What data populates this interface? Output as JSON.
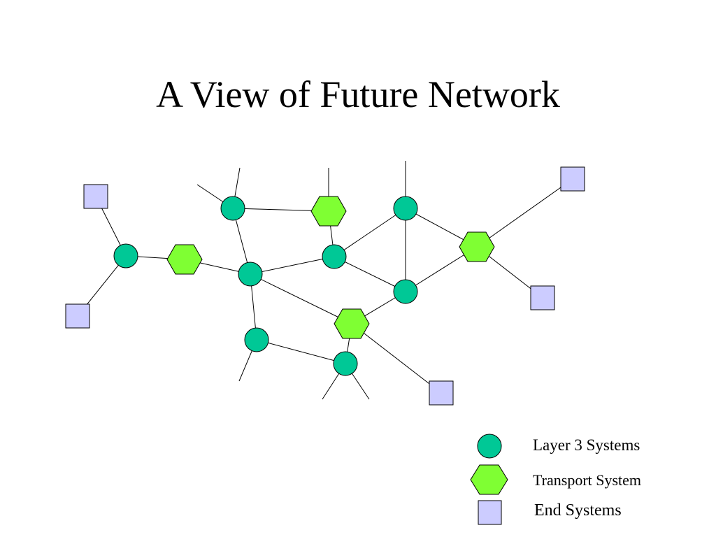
{
  "slide": {
    "title": "A View of Future Network"
  },
  "colors": {
    "layer3": "#00C896",
    "transport": "#7FFF33",
    "end_system": "#CCCCFF",
    "stroke": "#000000"
  },
  "legend": {
    "layer3_label": "Layer 3 Systems",
    "transport_label": "Transport System",
    "end_systems_label": "End Systems"
  }
}
